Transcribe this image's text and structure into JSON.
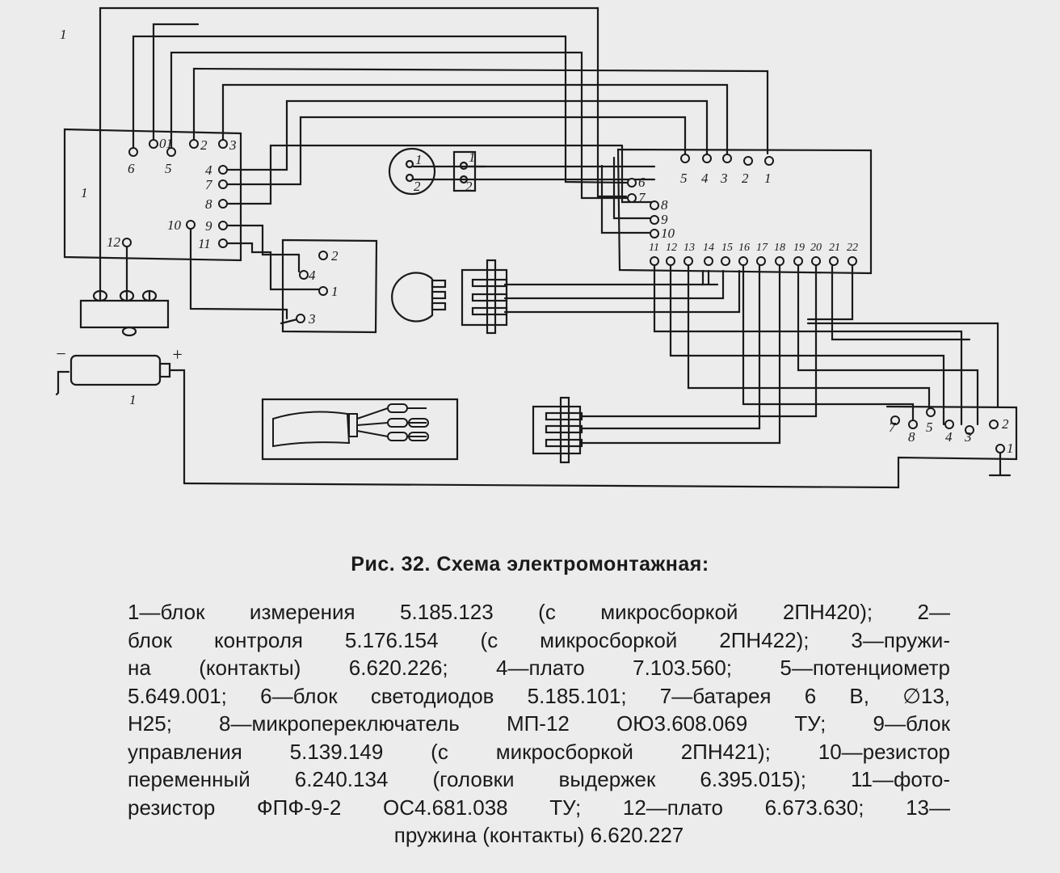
{
  "figure": {
    "title": "Рис. 32. Схема электромонтажная:",
    "caption_lines": [
      "1—блок измерения 5.185.123 (с микросборкой 2ПН420); 2—",
      "блок контроля 5.176.154 (с микросборкой 2ПН422); 3—пружи-",
      "на (контакты) 6.620.226; 4—плато 7.103.560; 5—потенциометр",
      "5.649.001; 6—блок светодиодов 5.185.101; 7—батарея 6 В, ∅13,",
      "Н25; 8—микропереключатель МП-12 ОЮ3.608.069 ТУ; 9—блок",
      "управления 5.139.149 (с микросборкой 2ПН421); 10—резистор",
      "переменный 6.240.134 (головки выдержек 6.395.015); 11—фото-",
      "резистор ФПФ-9-2 ОС4.681.038 ТУ; 12—плато 6.673.630; 13—",
      "пружина (контакты) 6.620.227"
    ]
  },
  "diagram": {
    "block_measure": {
      "label": "1",
      "pins_top": [
        "6",
        "01",
        "5",
        "2",
        "3"
      ],
      "pins_right": [
        "4",
        "7",
        "8",
        "9",
        "11"
      ],
      "pin_10": "10",
      "pin_12": "12"
    },
    "block_control": {
      "pins_top": [
        "5",
        "4",
        "3",
        "2",
        "1"
      ],
      "pins_left": [
        "6",
        "7",
        "8",
        "9",
        "10"
      ],
      "pins_bottom": [
        "11",
        "12",
        "13",
        "14",
        "15",
        "16",
        "17",
        "18",
        "19",
        "20",
        "21",
        "22"
      ]
    },
    "plate": {
      "pins": [
        "2",
        "4",
        "1",
        "3"
      ]
    },
    "connector_small": {
      "pins": [
        "1",
        "2"
      ]
    },
    "connector_round": {
      "pins": [
        "1",
        "2"
      ]
    },
    "block_right": {
      "pins": [
        "7",
        "8",
        "5",
        "4",
        "3",
        "2",
        "1"
      ]
    },
    "battery": {
      "minus": "−",
      "plus": "+",
      "label": "1"
    },
    "left_mark": "1"
  }
}
